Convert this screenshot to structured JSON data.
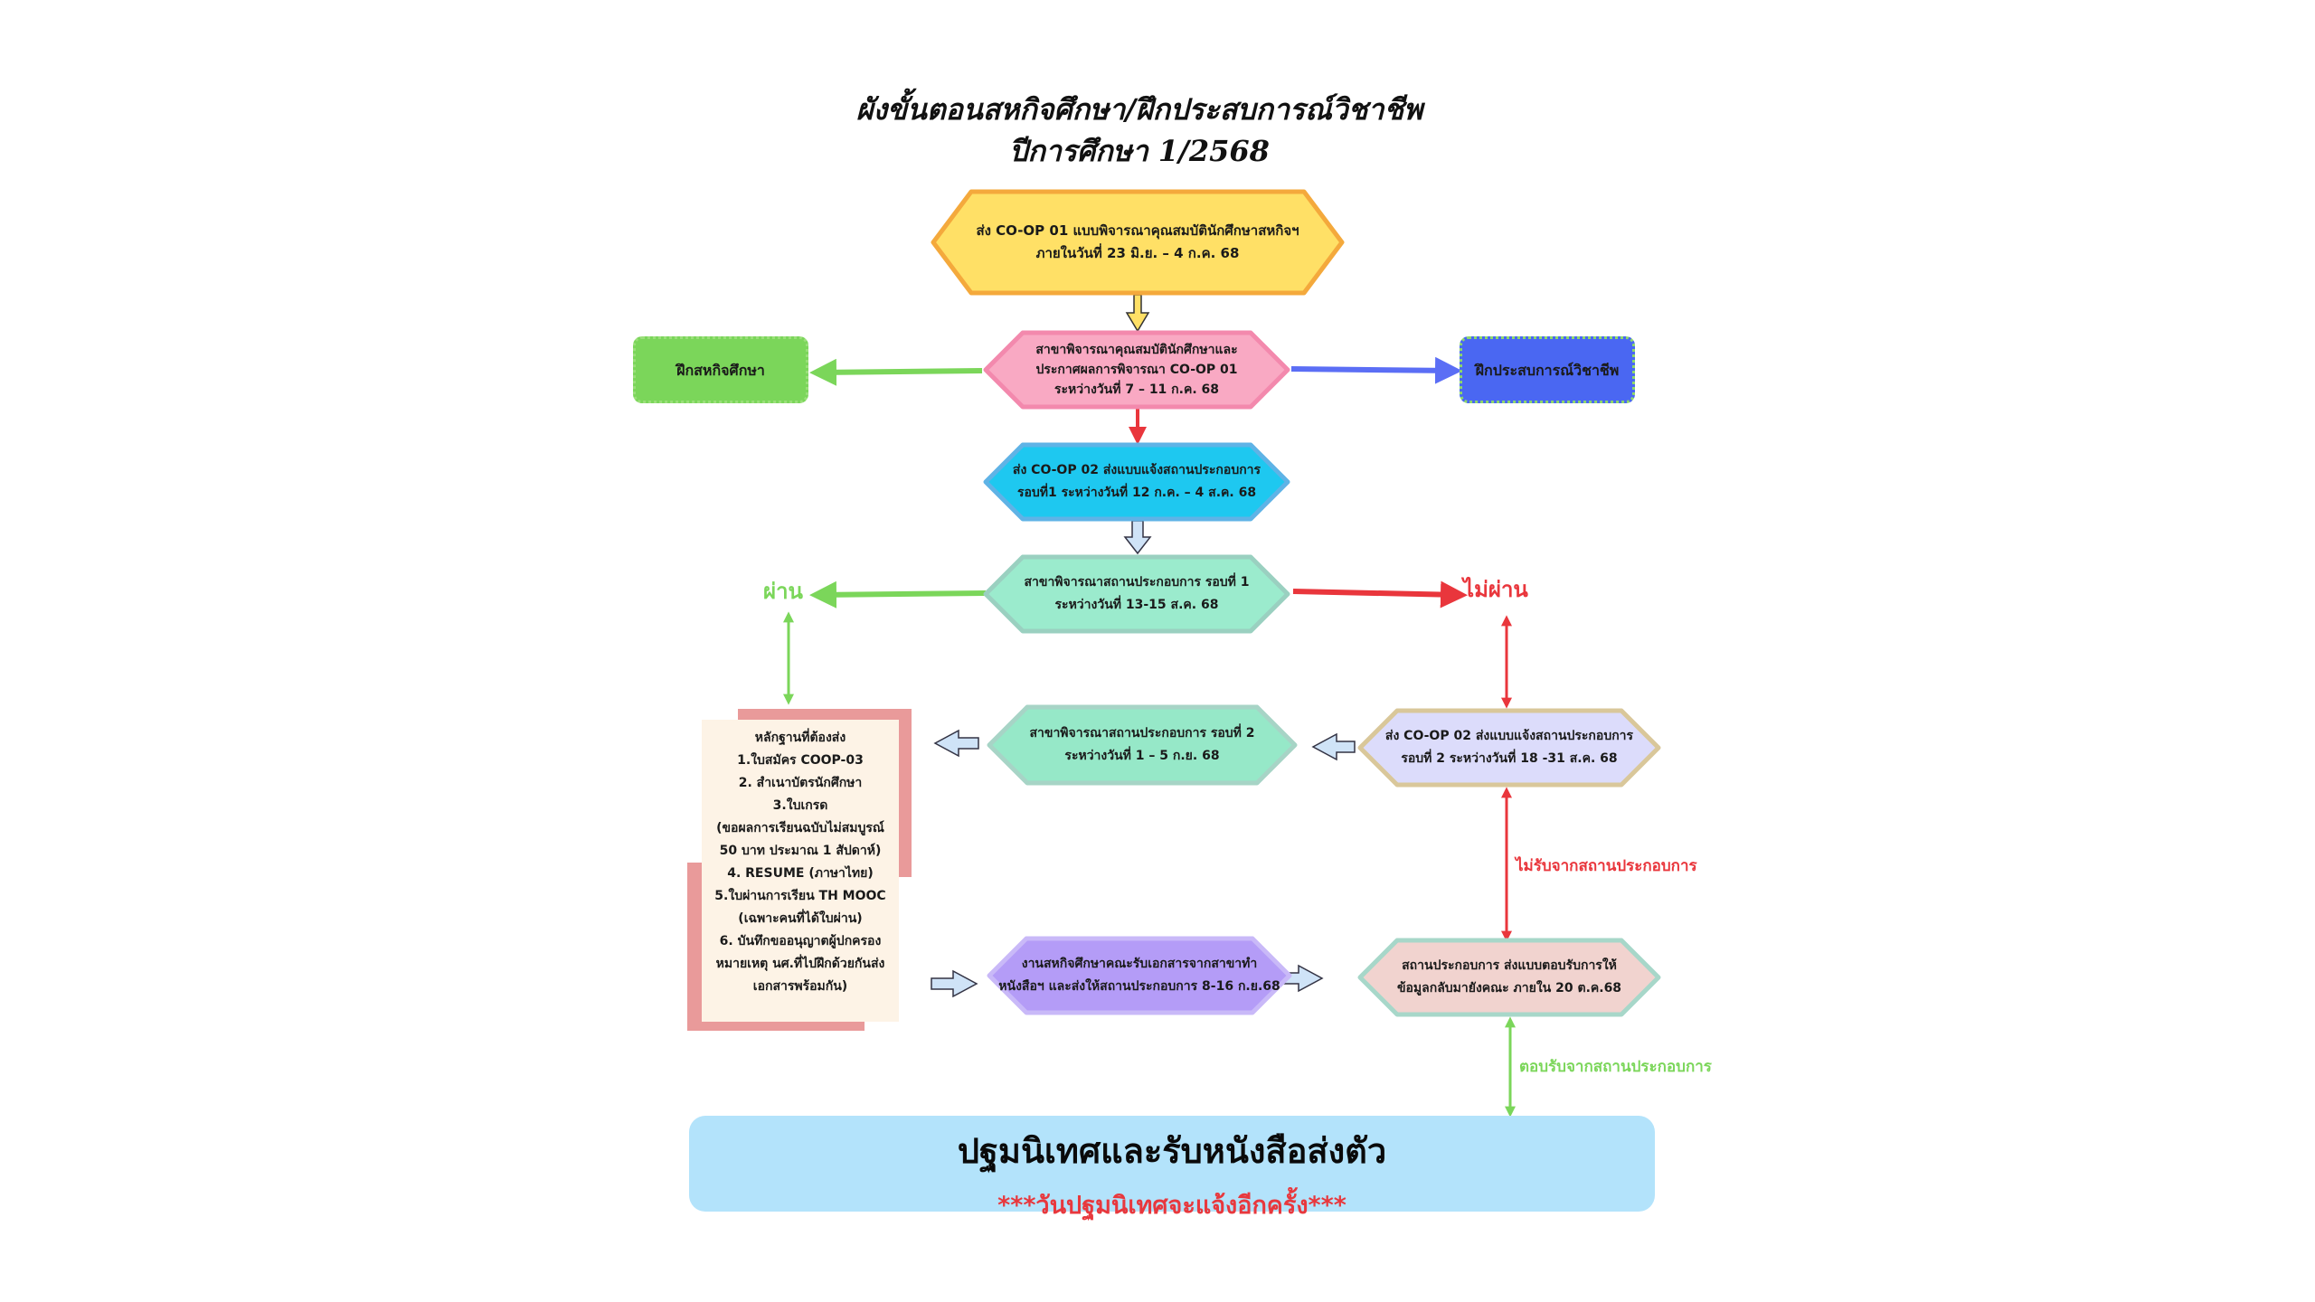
{
  "title": {
    "line1": "ผังขั้นตอนสหกิจศึกษา/ฝึกประสบการณ์วิชาชีพ",
    "line2": "ปีการศึกษา 1/2568"
  },
  "steps": {
    "step1": [
      "ส่ง CO-OP 01 แบบพิจารณาคุณสมบัตินักศึกษาสหกิจฯ",
      "ภายในวันที่ 23 มิ.ย. – 4 ก.ค. 68"
    ],
    "step2": [
      "สาขาพิจารณาคุณสมบัตินักศึกษาและ",
      "ประกาศผลการพิจารณา CO-OP 01",
      "ระหว่างวันที่ 7 – 11 ก.ค. 68"
    ],
    "step3": [
      "ส่ง CO-OP 02 ส่งแบบแจ้งสถานประกอบการ",
      "รอบที่1 ระหว่างวันที่ 12 ก.ค. – 4 ส.ค. 68"
    ],
    "step4": [
      "สาขาพิจารณาสถานประกอบการ รอบที่ 1",
      "ระหว่างวันที่ 13-15 ส.ค. 68"
    ],
    "step5": [
      "ส่ง CO-OP 02 ส่งแบบแจ้งสถานประกอบการ",
      "รอบที่ 2 ระหว่างวันที่ 18 -31  ส.ค. 68"
    ],
    "step6": [
      "สาขาพิจารณาสถานประกอบการ รอบที่ 2",
      "ระหว่างวันที่ 1 – 5 ก.ย. 68"
    ],
    "step7": [
      "งานสหกิจศึกษาคณะรับเอกสารจากสาขาทำ",
      "หนังสือฯ และส่งให้สถานประกอบการ 8-16 ก.ย.68"
    ],
    "step8": [
      "สถานประกอบการ ส่งแบบตอบรับการให้",
      "ข้อมูลกลับมายังคณะ ภายใน 20 ต.ค.68"
    ]
  },
  "branches": {
    "coop": "ฝึกสหกิจศึกษา",
    "internship": "ฝึกประสบการณ์วิชาชีพ"
  },
  "results": {
    "pass": "ผ่าน",
    "fail": "ไม่ผ่าน"
  },
  "edge_labels": {
    "not_accepted": "ไม่รับจากสถานประกอบการ",
    "accepted": "ตอบรับจากสถานประกอบการ"
  },
  "documents": [
    "หลักฐานที่ต้องส่ง",
    "1.ใบสมัคร COOP-03",
    "2. สำเนาบัตรนักศึกษา",
    "3.ใบเกรด",
    "(ขอผลการเรียนฉบับไม่สมบูรณ์",
    "50 บาท ประมาณ 1 สัปดาห์)",
    "4. RESUME (ภาษาไทย)",
    "5.ใบผ่านการเรียน TH MOOC",
    "(เฉพาะคนที่ได้ใบผ่าน)",
    "6. บันทึกขออนุญาตผู้ปกครอง",
    "หมายเหตุ นศ.ที่ไปฝึกด้วยกันส่ง",
    "เอกสารพร้อมกัน)"
  ],
  "banner": {
    "main": "ปฐมนิเทศและรับหนังสือส่งตัว",
    "sub": "***วันปฐมนิเทศจะแจ้งอีกครั้ง***"
  },
  "colors": {
    "step1": "#ffe066",
    "step1_border": "#f4a93c",
    "step2": "#f9a9c3",
    "step2_border": "#f389ad",
    "step3": "#1ec8f0",
    "step3_border": "#5fb3e6",
    "step4": "#9bebcd",
    "step4_border": "#9ad0c0",
    "step5": "#dcdcfb",
    "step5_border": "#d9c79a",
    "step6": "#96e8c8",
    "step6_border": "#a7d4c6",
    "step7": "#b49cf7",
    "step7_border": "#c9b9f8",
    "step8": "#f1d3cf",
    "step8_border": "#a7d7c9",
    "coop_box": "#7bd65a",
    "internship_box": "#4a67f2",
    "green_arrow": "#7bd65a",
    "blue_arrow": "#5b6ef5",
    "red_arrow": "#e9363c",
    "pass_text": "#7bd65a",
    "fail_text": "#e9363c",
    "banner_bg": "#b3e3fb",
    "banner_sub": "#e8383d"
  }
}
